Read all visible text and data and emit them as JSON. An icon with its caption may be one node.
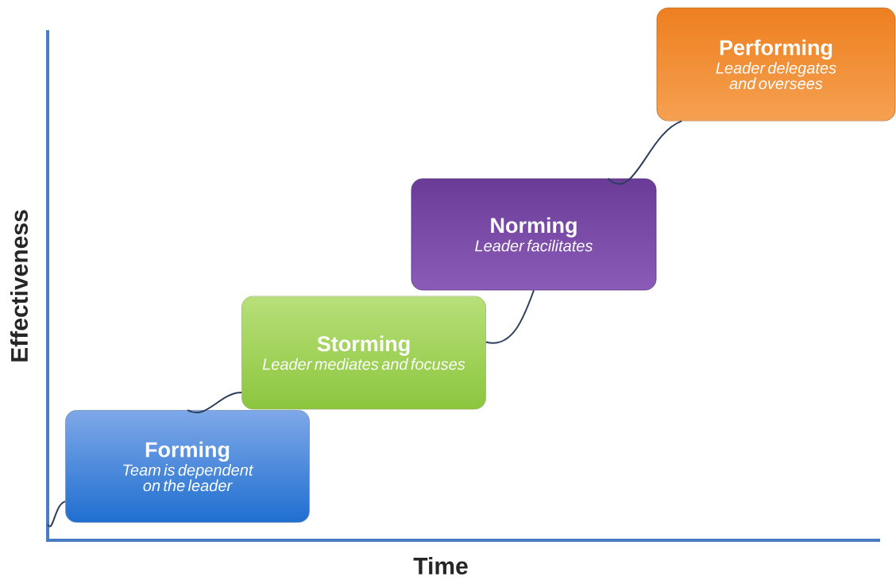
{
  "diagram": {
    "nodes": [
      {
        "text": [
          "Forming",
          "Team is dependent on the leader"
        ]
      },
      {
        "text": [
          "Storming",
          "Leader mediates and focuses"
        ]
      },
      {
        "text": [
          "Norming",
          "Leader facilitates"
        ]
      },
      {
        "text": [
          "Performing",
          "Leader delegates and oversees"
        ]
      }
    ],
    "edges": [
      {
        "from": null,
        "to": 0,
        "arrow": "none"
      },
      {
        "from": 0,
        "to": 1,
        "arrow": "none"
      },
      {
        "from": 1,
        "to": 2,
        "arrow": "none"
      },
      {
        "from": 2,
        "to": 3,
        "arrow": "none"
      }
    ],
    "labels": [
      "Effectiveness",
      "Time"
    ]
  }
}
